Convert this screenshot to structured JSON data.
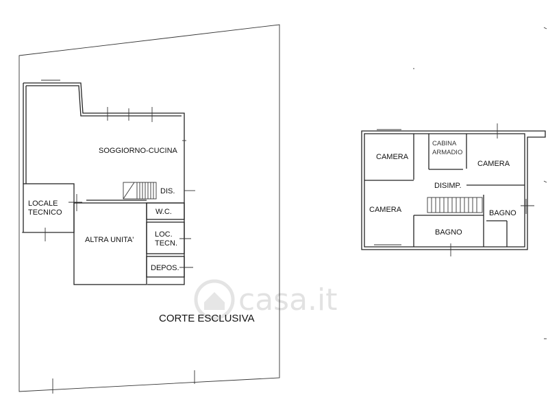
{
  "ground_floor": {
    "rooms": {
      "soggiorno": "SOGGIORNO-CUCINA",
      "locale_tecnico_1": "LOCALE",
      "locale_tecnico_2": "TECNICO",
      "dis": "DIS.",
      "wc": "W.C.",
      "altra_unita": "ALTRA UNITA'",
      "loc_tecn_1": "LOC.",
      "loc_tecn_2": "TECN.",
      "depos": "DEPOS."
    },
    "corte": "CORTE ESCLUSIVA"
  },
  "first_floor": {
    "rooms": {
      "camera_nw": "CAMERA",
      "cabina_1": "CABINA",
      "cabina_2": "ARMADIO",
      "camera_ne": "CAMERA",
      "disimp": "DISIMP.",
      "camera_sw": "CAMERA",
      "bagno_s": "BAGNO",
      "bagno_e": "BAGNO"
    }
  },
  "watermark": {
    "text": "casa.it"
  }
}
